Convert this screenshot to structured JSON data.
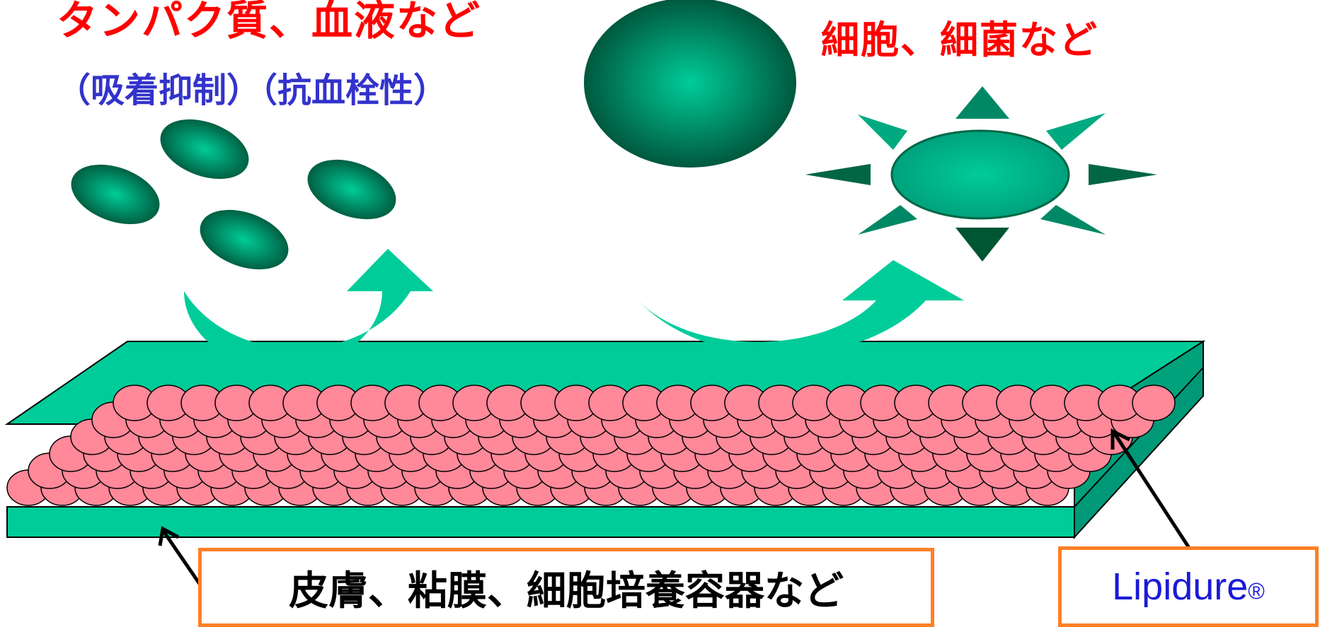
{
  "labels": {
    "left_title": "タンパク質、血液など",
    "left_subtitle": "（吸着抑制）（抗血栓性）",
    "right_title": "細胞、細菌など",
    "substrate": "皮膚、粘膜、細胞培養容器など",
    "lipidure": "Lipidure",
    "lipidure_mark": "®"
  },
  "colors": {
    "red_text": "#ff0000",
    "blue_text": "#3333cc",
    "box_border": "#ff7f27",
    "teal": "#00cc99",
    "dark_teal": "#006644",
    "pink": "#ff8899"
  },
  "icons": [
    "protein-blob",
    "large-cell",
    "bacterium",
    "curved-arrow",
    "pointer-arrow"
  ]
}
